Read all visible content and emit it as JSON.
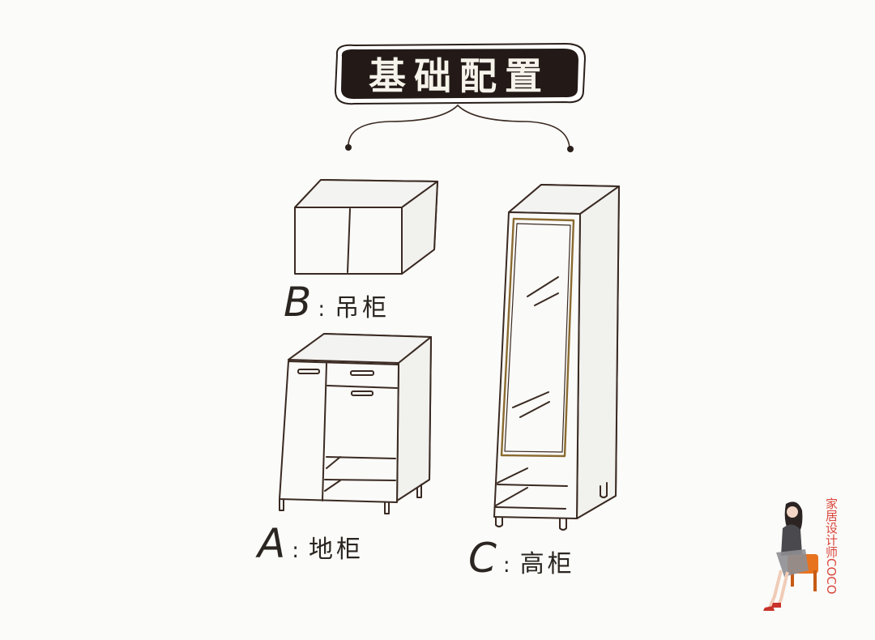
{
  "title": {
    "text": "基础配置",
    "banner_color": "#231a17",
    "text_color": "#f6f3ea"
  },
  "cabinets": [
    {
      "id": "B",
      "letter": "B",
      "separator": ":",
      "name": "吊柜",
      "description": "wall cabinet with two doors"
    },
    {
      "id": "A",
      "letter": "A",
      "separator": ":",
      "name": "地柜",
      "description": "base cabinet with door, drawer and open shelves"
    },
    {
      "id": "C",
      "letter": "C",
      "separator": ":",
      "name": "高柜",
      "description": "tall cabinet with mirror door and open shelves"
    }
  ],
  "watermark": {
    "text": "家居设计师COCO",
    "color": "#d9463c",
    "chair_color": "#e8731f"
  },
  "colors": {
    "background": "#fbfbf9",
    "line": "#3a2a22"
  }
}
